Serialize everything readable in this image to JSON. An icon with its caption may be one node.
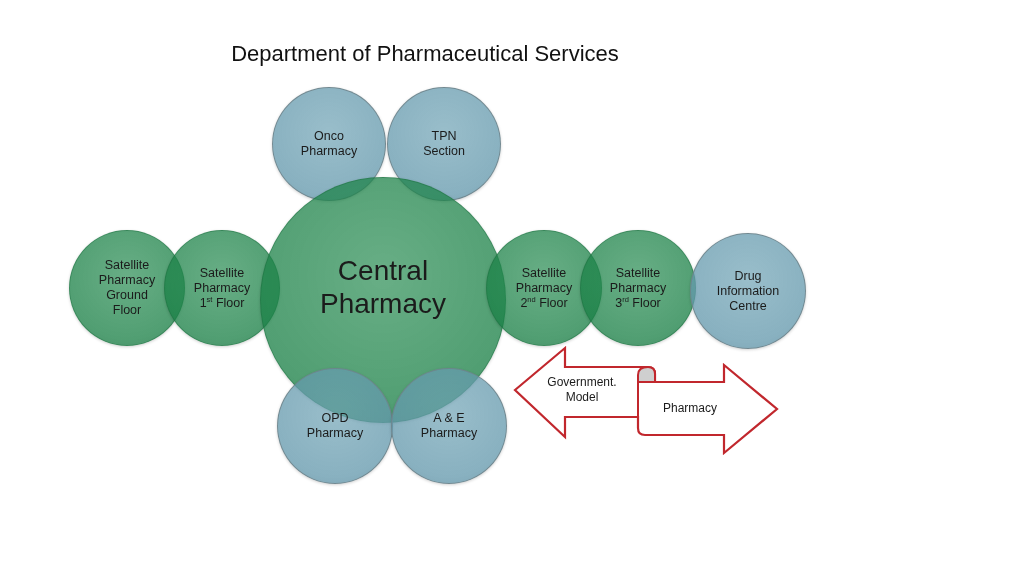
{
  "diagram": {
    "title": "Department of Pharmaceutical Services",
    "nodes": [
      {
        "text": [
          "Onco Pharmacy"
        ]
      },
      {
        "text": [
          "TPN Section"
        ]
      },
      {
        "text": [
          "Satellite Pharmacy Ground Floor"
        ]
      },
      {
        "text": [
          "Satellite Pharmacy 1$^{st}$ Floor"
        ]
      },
      {
        "text": [
          "Central Pharmacy"
        ]
      },
      {
        "text": [
          "Satellite Pharmacy 2$^{nd}$ Floor"
        ]
      },
      {
        "text": [
          "Satellite Pharmacy 3$^{rd}$ Floor"
        ]
      },
      {
        "text": [
          "Drug Information Centre"
        ]
      },
      {
        "text": [
          "OPD Pharmacy"
        ]
      },
      {
        "text": [
          "A & E Pharmacy"
        ]
      },
      {
        "text": [
          "Government. Model",
          "Pharmacy"
        ]
      }
    ]
  }
}
